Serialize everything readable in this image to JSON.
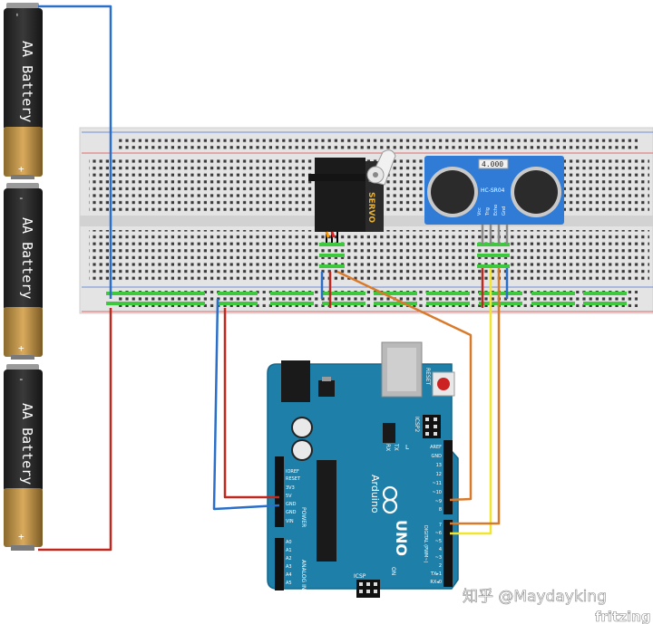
{
  "batteries": [
    {
      "label": "AA Battery",
      "minus": "-",
      "plus": "+"
    },
    {
      "label": "AA Battery",
      "minus": "-",
      "plus": "+"
    },
    {
      "label": "AA Battery",
      "minus": "-",
      "plus": "+"
    }
  ],
  "servo": {
    "label": "SERVO"
  },
  "sensor": {
    "display": "4.000",
    "model": "HC-SR04",
    "pins": [
      "Vcc",
      "Trig",
      "Echo",
      "Gnd"
    ]
  },
  "arduino": {
    "brand": "Arduino",
    "model": "UNO",
    "reset_label": "RESET",
    "icsp2_label": "ICSP2",
    "icsp_label": "ICSP",
    "on_label": "ON",
    "led_l": "L",
    "led_tx": "TX",
    "led_rx": "RX",
    "power_header_title": "POWER",
    "analog_header_title": "ANALOG IN",
    "digital_header_title": "DIGITAL (PWM~)",
    "power_pins": [
      "IOREF",
      "RESET",
      "3V3",
      "5V",
      "GND",
      "GND",
      "VIN"
    ],
    "analog_pins": [
      "A0",
      "A1",
      "A2",
      "A3",
      "A4",
      "A5"
    ],
    "digital_top_pins": [
      "AREF",
      "GND",
      "13",
      "12",
      "~11",
      "~10",
      "~9",
      "8"
    ],
    "digital_bottom_pins": [
      "7",
      "~6",
      "~5",
      "4",
      "~3",
      "2",
      "TX▸1",
      "RX◂0"
    ]
  },
  "wire_colors": {
    "blue": "#2a6fc9",
    "red": "#c0281f",
    "orange": "#d97a2b",
    "yellow": "#f2e52d"
  },
  "watermark": {
    "zhihu": "知乎 @Maydayking",
    "fritzing": "fritzing"
  }
}
